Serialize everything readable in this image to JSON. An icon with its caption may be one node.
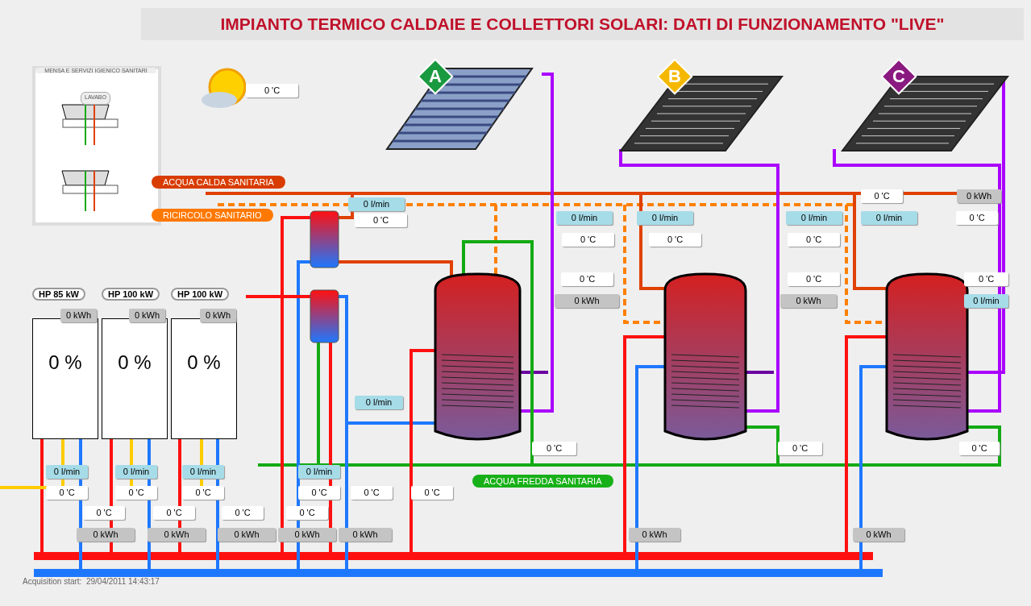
{
  "diagram": {
    "title": "IMPIANTO TERMICO CALDAIE E COLLETTORI SOLARI: DATI DI FUNZIONAMENTO \"LIVE\"",
    "nodes": [
      {
        "text": [
          "MENSA E SERVIZI IGIENICO SANITARI"
        ]
      },
      {
        "text": [
          "LAVABO"
        ],
        "in": 0
      },
      {
        "text": [
          "A"
        ]
      },
      {
        "text": [
          "B"
        ]
      },
      {
        "text": [
          "C"
        ]
      },
      {
        "text": [
          "HP 85 kW",
          "0 %"
        ]
      },
      {
        "text": [
          "HP 100 kW",
          "0 %"
        ]
      },
      {
        "text": [
          "HP 100 kW",
          "0 %"
        ]
      }
    ],
    "labels": [
      "0 'C",
      "ACQUA CALDA SANITARIA",
      "RICIRCOLO SANITARIO",
      "0 l/min",
      "0 'C",
      "0 'C",
      "0 kWh",
      "0 l/min",
      "0 l/min",
      "0 l/min",
      "0 l/min",
      "0 'C",
      "0 'C",
      "0 'C",
      "0 'C",
      "0 'C",
      "0 'C",
      "0 'C",
      "0 kWh",
      "0 kWh",
      "0 l/min",
      "0 kWh",
      "0 kWh",
      "0 kWh",
      "0 l/min",
      "0 'C",
      "0 'C",
      "0 'C",
      "0 l/min",
      "0 l/min",
      "0 l/min",
      "0 l/min",
      "ACQUA FREDDA SANITARIA",
      "0 'C",
      "0 'C",
      "0 'C",
      "0 'C",
      "0 'C",
      "0 'C",
      "0 'C",
      "0 'C",
      "0 'C",
      "0 'C",
      "0 kWh",
      "0 kWh",
      "0 kWh",
      "0 kWh",
      "0 kWh",
      "0 kWh",
      "0 kWh",
      "Acquisition start:  29/04/2011 14:43:17"
    ]
  }
}
